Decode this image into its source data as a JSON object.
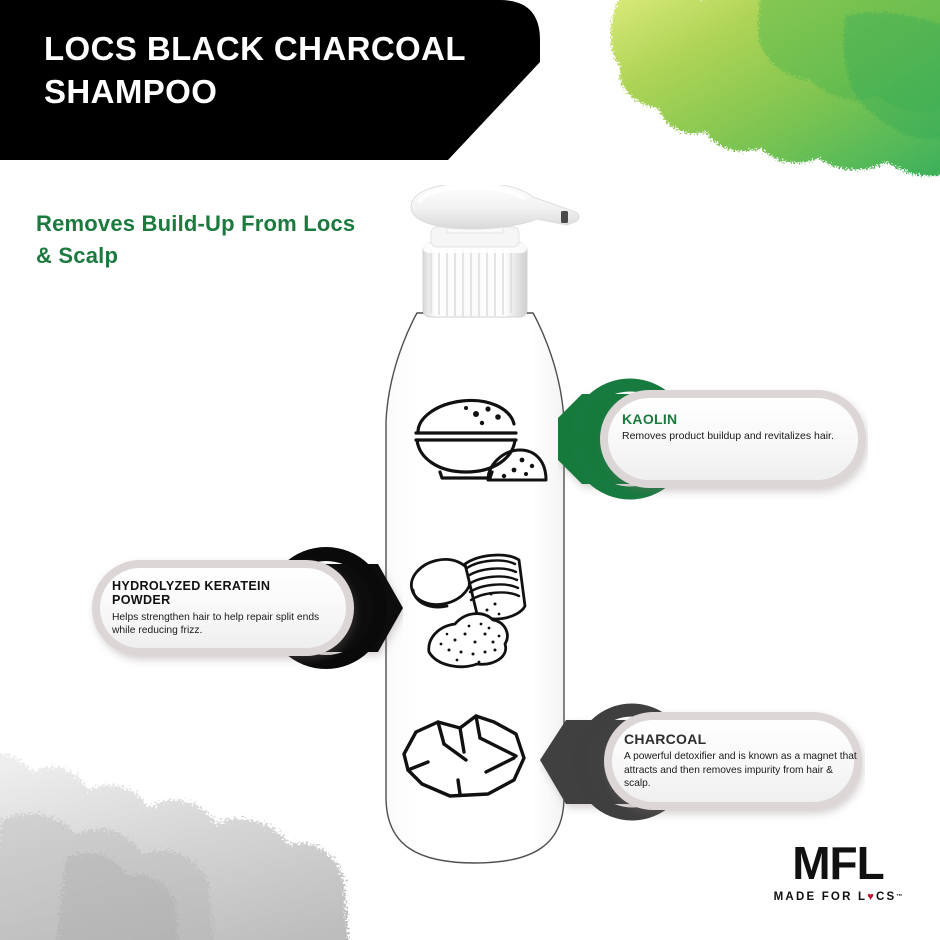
{
  "banner": {
    "title": "LOCS BLACK CHARCOAL SHAMPOO",
    "bg_color": "#000000",
    "text_color": "#FFFFFF"
  },
  "subtitle": {
    "text": "Removes Build-Up From Locs & Scalp",
    "color": "#1B7A3D"
  },
  "product": {
    "type": "pump-bottle",
    "body_color": "#FFFFFF",
    "outline_color": "#4A4A4A",
    "pump_color": "#FFFFFF"
  },
  "decor": {
    "watercolor_green_name": "green-watercolor-splash",
    "watercolor_green_colors": [
      "#D8E86B",
      "#8DC63F",
      "#5FBB46",
      "#2FAE55"
    ],
    "watercolor_gray_name": "gray-smoke-wash",
    "watercolor_gray_colors": [
      "#E8E8E8",
      "#CFCFCF",
      "#B4B4B4"
    ]
  },
  "ingredients": [
    {
      "id": "kaolin",
      "title": "KAOLIN",
      "description": "Removes product buildup and revitalizes hair.",
      "accent_color": "#177A3E",
      "title_color": "#1B7A3D",
      "icon_name": "powder-bowl-icon",
      "arrow_direction": "left",
      "side": "right"
    },
    {
      "id": "keratin",
      "title": "HYDROLYZED KERATEIN POWDER",
      "description": "Helps strengthen hair to help repair split ends while reducing frizz.",
      "accent_color": "#0A0A0A",
      "title_color": "#111111",
      "icon_name": "spilled-jar-powder-icon",
      "arrow_direction": "right",
      "side": "left"
    },
    {
      "id": "charcoal",
      "title": "CHARCOAL",
      "description": "A powerful detoxifier and is known as a magnet that attracts and then removes impurity from hair & scalp.",
      "accent_color": "#3F3F3F",
      "title_color": "#2E2E2E",
      "icon_name": "charcoal-chunk-icon",
      "arrow_direction": "left",
      "side": "right"
    }
  ],
  "logo": {
    "mark": "MFL",
    "tagline_before": "MADE FOR L",
    "tagline_heart": "♥",
    "tagline_after": "CS",
    "trademark": "™",
    "heart_color": "#C8102E",
    "text_color": "#111111"
  }
}
